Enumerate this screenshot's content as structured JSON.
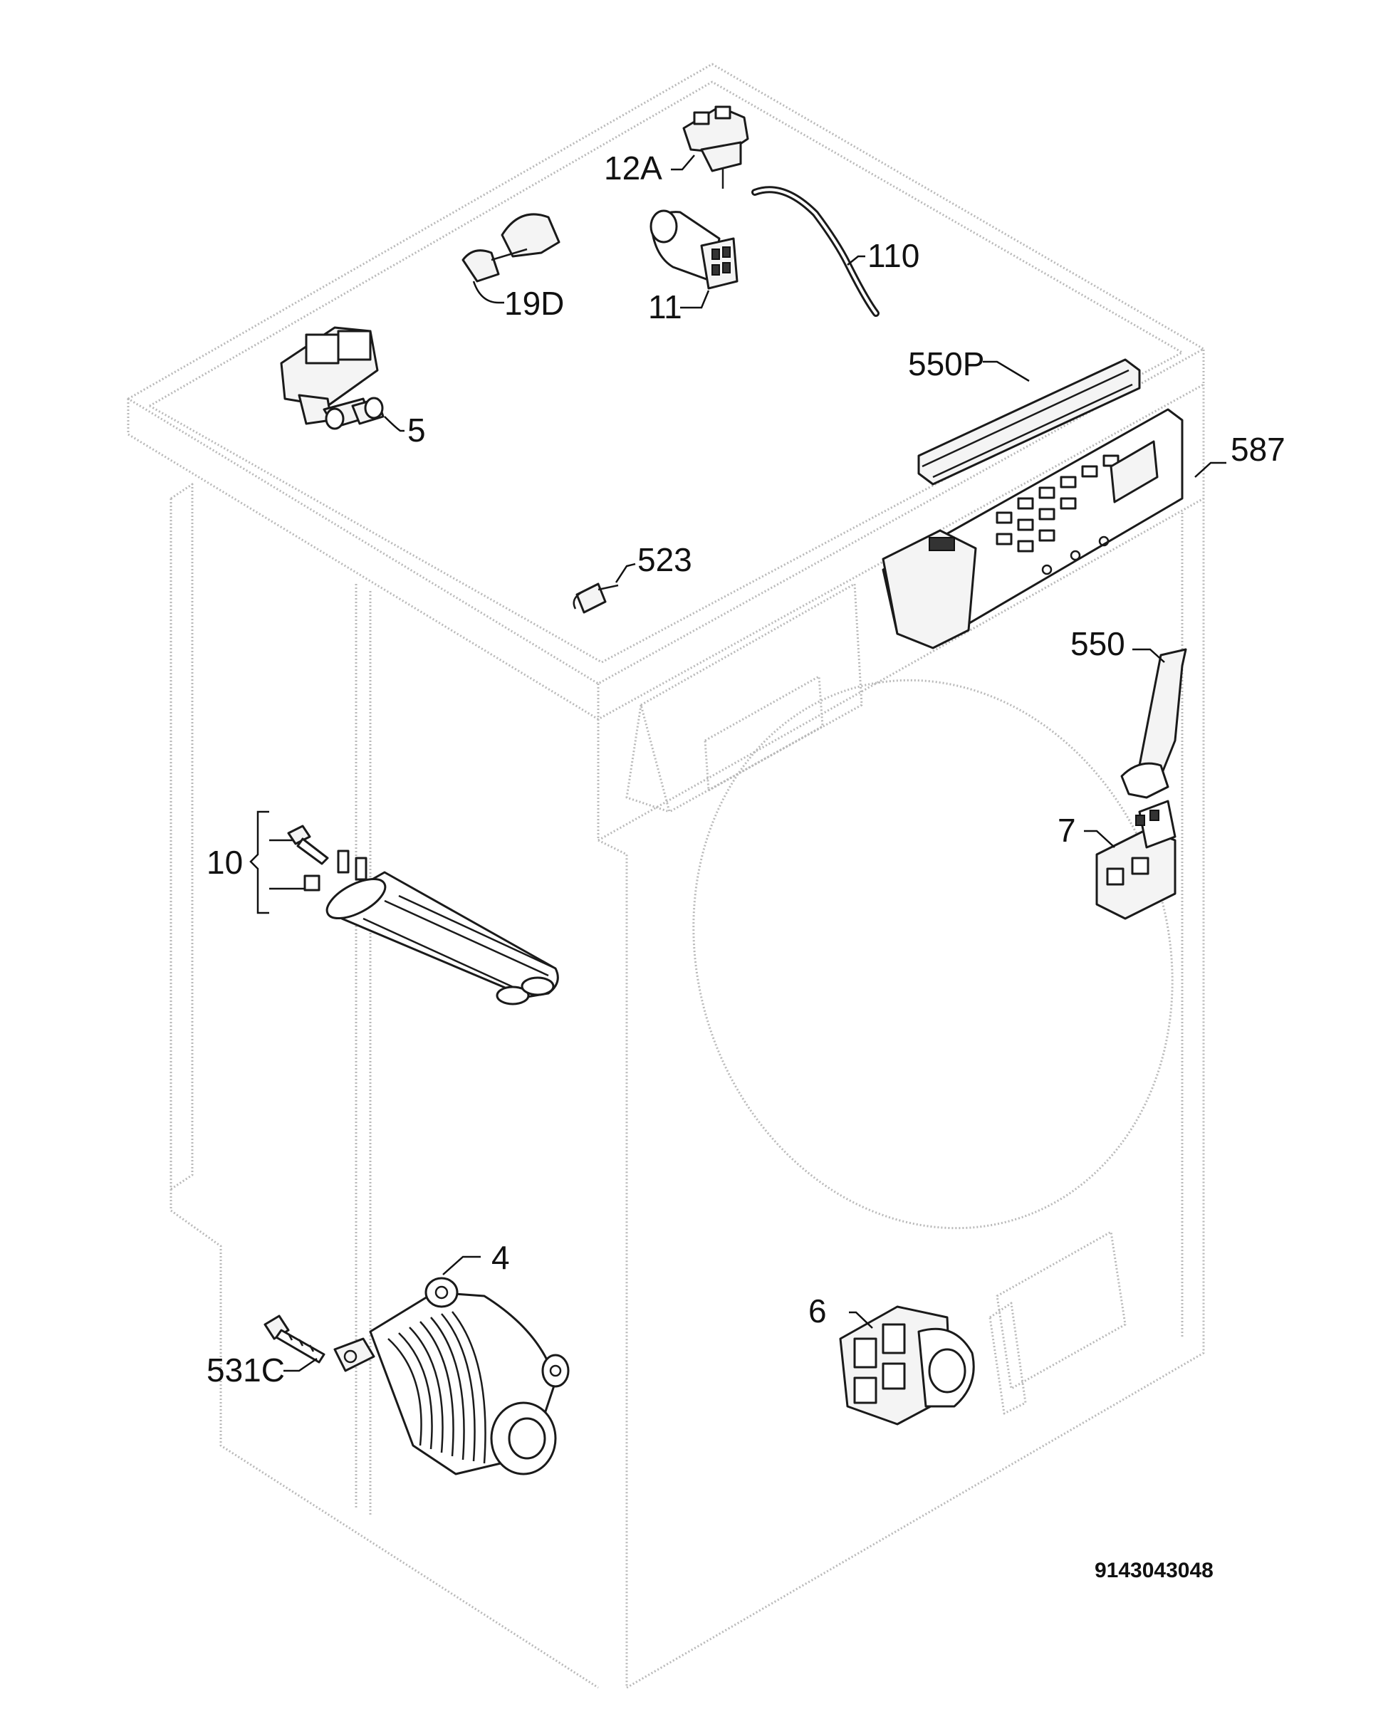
{
  "diagram": {
    "document_number": "9143043048",
    "callouts": {
      "p12A": "12A",
      "p19D": "19D",
      "p11": "11",
      "p110": "110",
      "p5": "5",
      "p550P": "550P",
      "p587": "587",
      "p523": "523",
      "p550": "550",
      "p7": "7",
      "p10": "10",
      "p4": "4",
      "p531C": "531C",
      "p6": "6"
    }
  }
}
